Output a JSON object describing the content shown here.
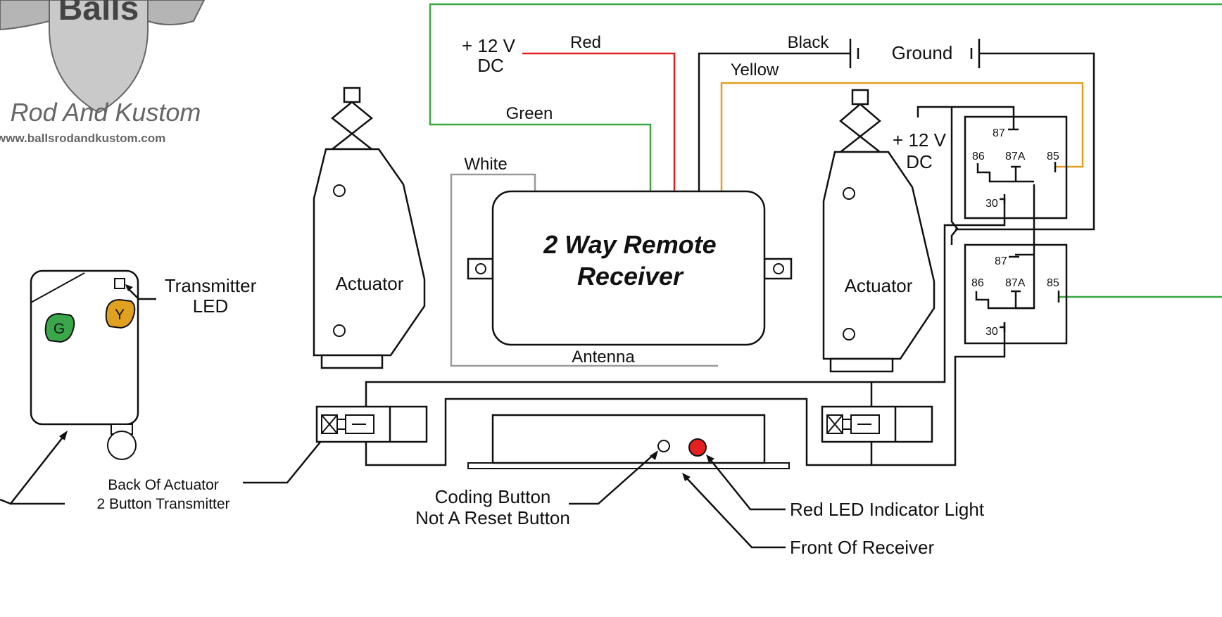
{
  "logo": {
    "brand": "Balls",
    "tagline": "Rod And Kustom",
    "url": "www.ballsrodandkustom.com"
  },
  "power": {
    "plus12v_left": "+ 12 V",
    "dc_left": "DC",
    "plus12v_right": "+ 12 V",
    "dc_right": "DC",
    "ground": "Ground"
  },
  "wires": {
    "red": "Red",
    "black": "Black",
    "yellow": "Yellow",
    "green": "Green",
    "white": "White",
    "antenna": "Antenna"
  },
  "receiver": {
    "line1": "2 Way Remote",
    "line2": "Receiver"
  },
  "actuators": {
    "left": "Actuator",
    "right": "Actuator"
  },
  "transmitter": {
    "led_line1": "Transmitter",
    "led_line2": "LED",
    "btn_g": "G",
    "btn_y": "Y"
  },
  "relay_top": {
    "p87": "87",
    "p86": "86",
    "p87a": "87A",
    "p85": "85",
    "p30": "30"
  },
  "relay_bottom": {
    "p87": "87",
    "p86": "86",
    "p87a": "87A",
    "p85": "85",
    "p30": "30"
  },
  "callouts": {
    "back_line1": "Back Of Actuator",
    "back_line2": "2 Button Transmitter",
    "coding_line1": "Coding Button",
    "coding_line2": "Not A Reset Button",
    "red_led": "Red LED Indicator Light",
    "front": "Front Of Receiver"
  },
  "colors": {
    "red_wire": "#e02020",
    "green_wire": "#38a843",
    "yellow_wire": "#e0a020",
    "white_wire": "#9a9a9a",
    "green_button": "#3aa84a",
    "yellow_button": "#e0a020",
    "red_led": "#e52020"
  }
}
